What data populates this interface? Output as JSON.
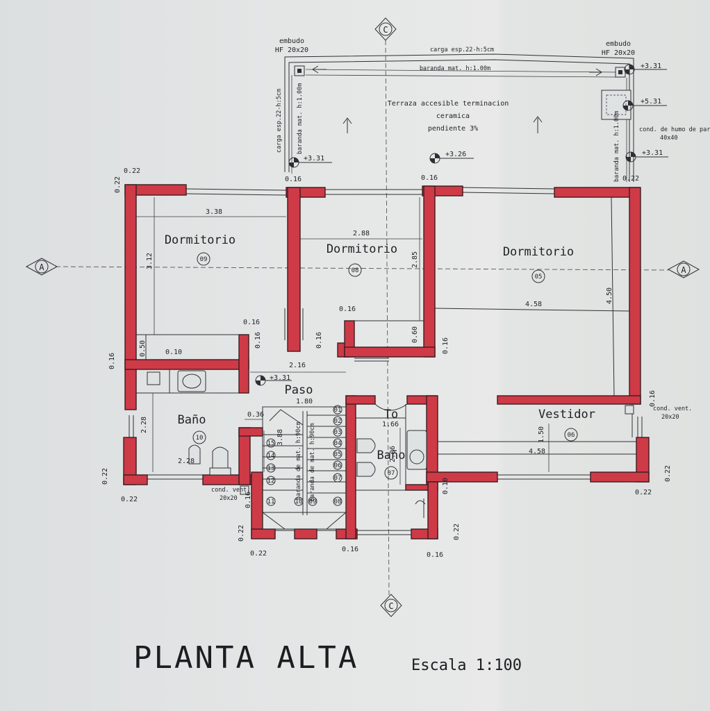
{
  "title": "PLANTA ALTA",
  "scale": "Escala 1:100",
  "rooms": {
    "dorm09": {
      "name": "Dormitorio",
      "num": "09"
    },
    "dorm08": {
      "name": "Dormitorio",
      "num": "08"
    },
    "dorm05": {
      "name": "Dormitorio",
      "num": "05"
    },
    "paso": {
      "name": "Paso"
    },
    "bano10": {
      "name": "Baño",
      "num": "10"
    },
    "bano07": {
      "name": "Baño",
      "num": "07"
    },
    "vestidor": {
      "name": "Vestidor",
      "num": "06"
    },
    "to": {
      "name": "To"
    }
  },
  "terrace": {
    "line1": "Terraza accesible terminacion",
    "line2": "ceramica",
    "line3": "pendiente 3%",
    "carga_top": "carga esp.22-h:5cm",
    "baranda_top": "baranda mat. h:1.00m",
    "carga_left": "carga esp.22-h:5cm",
    "baranda_left": "baranda mat. h:1.00m",
    "baranda_right": "baranda mat. h:1.00m",
    "embudo_left_1": "embudo",
    "embudo_left_2": "HF 20x20",
    "embudo_right_1": "embudo",
    "embudo_right_2": "HF 20x20",
    "humo_1": "cond. de humo de parrilla",
    "humo_2": "40x40"
  },
  "levels": {
    "l1": "+3.31",
    "l2": "+5.31",
    "l3": "+3.31",
    "l4": "+3.31",
    "l5": "+3.26",
    "l6": "+3.31"
  },
  "axes": {
    "a": "A",
    "c": "C"
  },
  "dims": {
    "d338": "3.38",
    "d312": "3.12",
    "d288": "2.88",
    "d285": "2.85",
    "d458a": "4.58",
    "d450": "4.50",
    "d060": "0.60",
    "d050": "0.50",
    "d010": "0.10",
    "d216": "2.16",
    "d180": "1.80",
    "d036": "0.36",
    "d228a": "2.28",
    "d228b": "2.28",
    "d388": "3.88",
    "d166": "1.66",
    "d206": "2.06",
    "d150": "1.50",
    "d458b": "4.58",
    "w022": "0.22",
    "w016": "0.16"
  },
  "stairs": {
    "baranda1": "baranda de mat. h:90cm",
    "baranda2": "baranda de mat. h:90cm",
    "steps": [
      "01",
      "02",
      "03",
      "04",
      "05",
      "06",
      "07",
      "08",
      "09",
      "10",
      "11",
      "12",
      "13",
      "14",
      "15"
    ]
  },
  "vents": {
    "v1_1": "cond. vent.",
    "v1_2": "20x20",
    "v2_1": "cond. vent.",
    "v2_2": "20x20"
  }
}
